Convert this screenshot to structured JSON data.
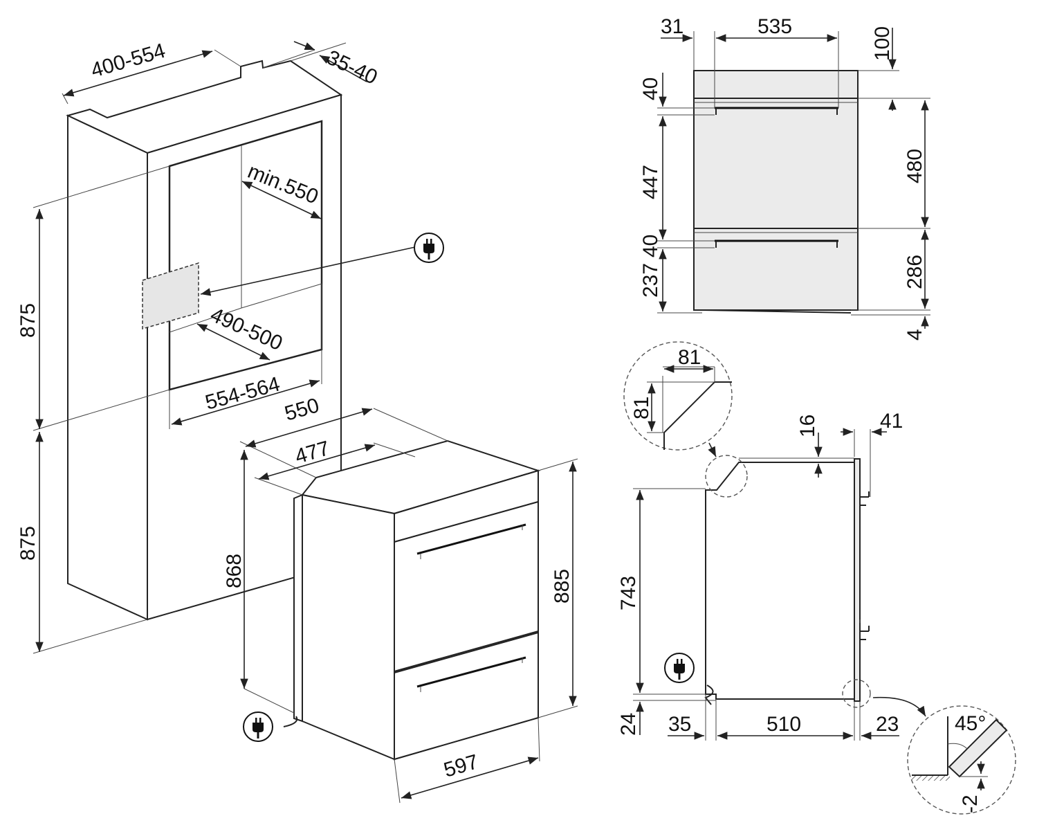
{
  "colors": {
    "line": "#222222",
    "panel_fill": "#ebebeb",
    "background": "#ffffff"
  },
  "icons": {
    "plug": "plug-icon"
  },
  "niche": {
    "depth": "400-554",
    "rear_gap": "35-40",
    "min_depth": "min.550",
    "opening_height": "490-500",
    "opening_width": "554-564",
    "upper_height": "875",
    "lower_height": "875"
  },
  "oven_perspective": {
    "depth_outer": "550",
    "depth_inner": "477",
    "body_height": "868",
    "front_height": "885",
    "front_width": "597"
  },
  "front_view": {
    "left_offset": "31",
    "handle_width": "535",
    "top_to_handle": "100",
    "top_handle_h": "40",
    "upper_door_h": "447",
    "upper_section": "480",
    "lower_handle_h": "40",
    "lower_door_h": "237",
    "lower_section": "286",
    "feet": "4"
  },
  "side_view": {
    "top_step": "16",
    "front_thickness": "41",
    "height": "743",
    "bottom_gap": "24",
    "rear_offset": "35",
    "depth": "510",
    "front_overhang": "23"
  },
  "detail_chamfer": {
    "width": "81",
    "height": "81"
  },
  "detail_angle": {
    "angle": "45°",
    "offset": "-2"
  }
}
